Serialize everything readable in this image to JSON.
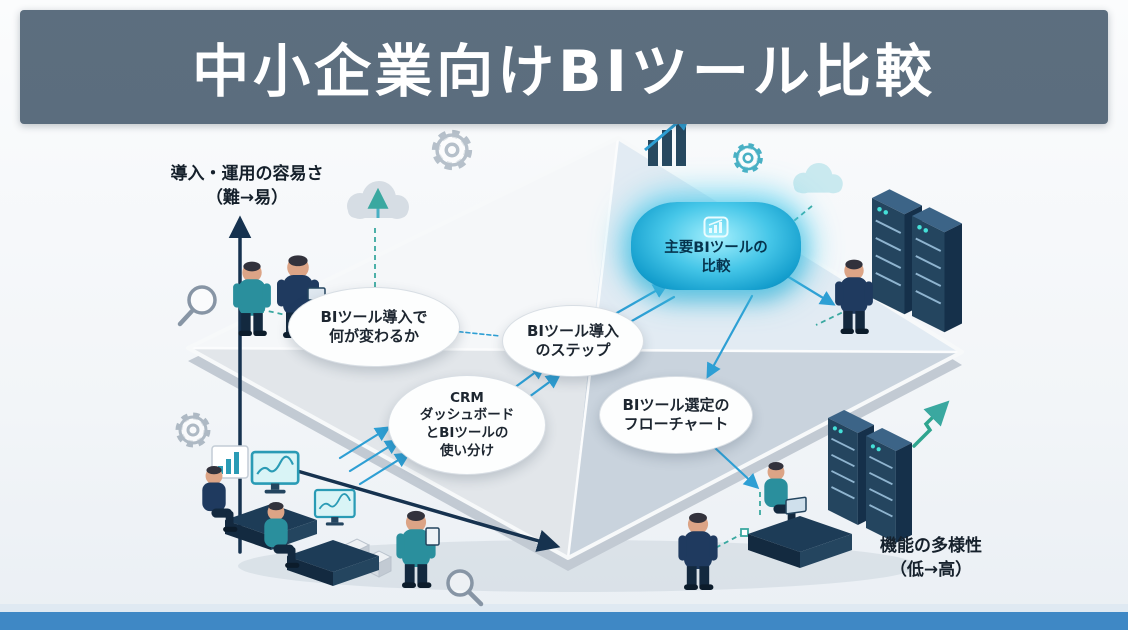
{
  "title": "中小企業向けBIツール比較",
  "axis_y": {
    "label": "導入・運用の容易さ\n（難→易）"
  },
  "axis_x": {
    "label": "機能の多様性\n（低→高）"
  },
  "nodes": {
    "what_changes": {
      "label": "BIツール導入で\n何が変わるか"
    },
    "steps": {
      "label": "BIツール導入\nのステップ"
    },
    "crm": {
      "label": "CRM\nダッシュボード\nとBIツールの\n使い分け"
    },
    "flowchart": {
      "label": "BIツール選定の\nフローチャート"
    },
    "highlight": {
      "label": "主要BIツールの\n比較"
    }
  },
  "icons": {
    "highlight_badge": "bar-chart-in-rounded-square",
    "top_left": [
      "magnifier",
      "people-with-laptop",
      "cloud-upload",
      "gear"
    ],
    "top_center": [
      "bar-chart-rising-arrow",
      "gear",
      "cloud"
    ],
    "right": [
      "server-racks",
      "person"
    ],
    "bottom_left": [
      "gear",
      "chart-card",
      "workstations-with-monitors",
      "cubes",
      "magnifier"
    ],
    "bottom_right": [
      "desk-with-laptop",
      "people",
      "server-racks",
      "rising-arrow"
    ]
  },
  "colors": {
    "banner": "#5b6d7e",
    "accent_blue": "#2e9fd4",
    "teal": "#3aa8a0",
    "navy": "#1f3a5f",
    "glow": "#35c5e8",
    "plane_light": "#f4f6f8",
    "plane_dark": "#c9d3dd",
    "footer_band": "#3f88c5"
  }
}
